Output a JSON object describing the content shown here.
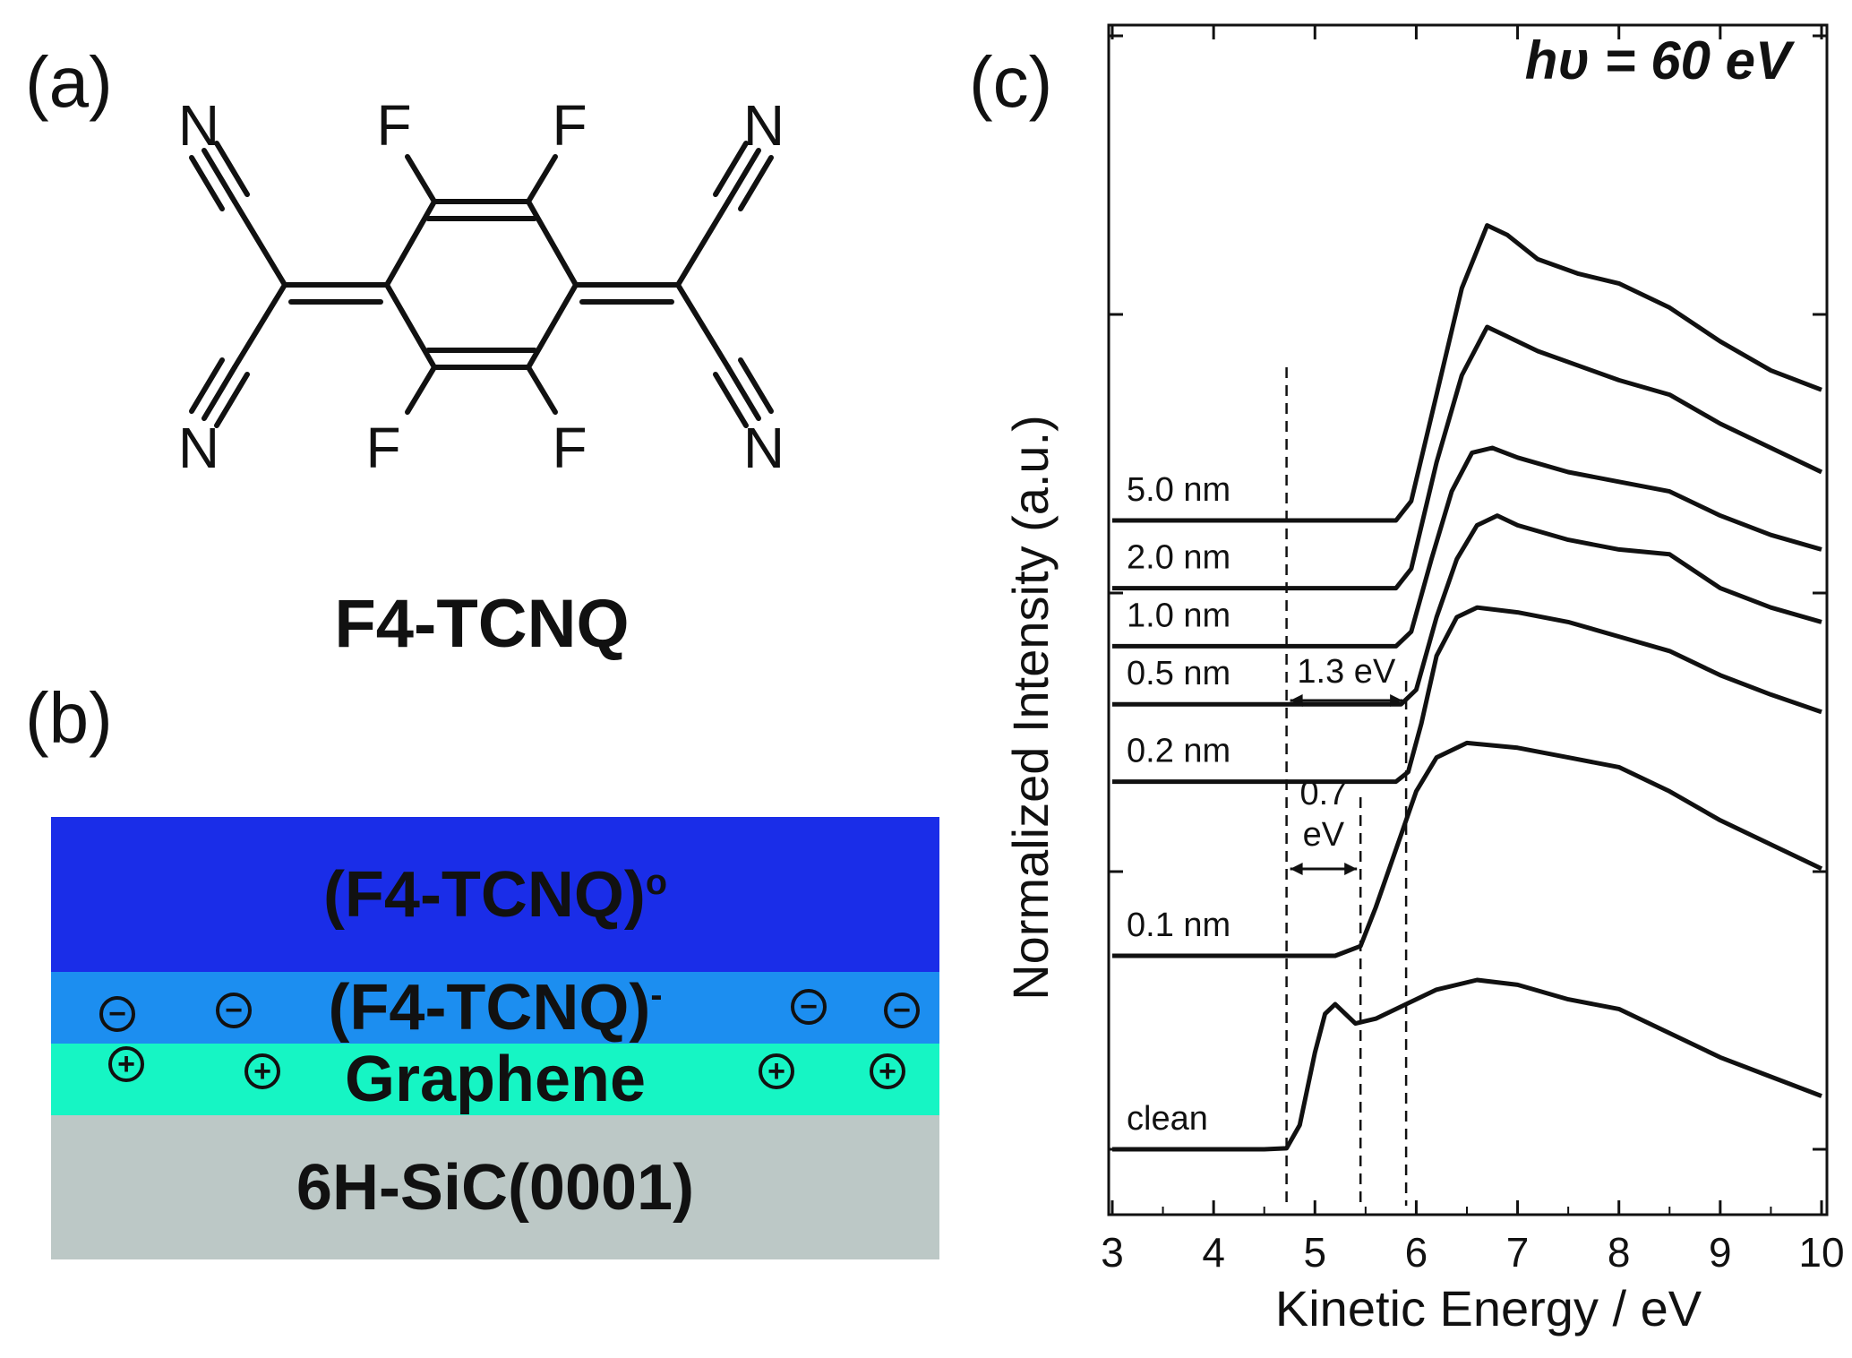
{
  "panels": {
    "a": "(a)",
    "b": "(b)",
    "c": "(c)"
  },
  "molecule": {
    "name": "F4-TCNQ",
    "atoms": {
      "n": "N",
      "f": "F"
    }
  },
  "layers": [
    {
      "key": "neutral",
      "label": "(F4-TCNQ)",
      "superscript": "o",
      "color": "#1a2de8"
    },
    {
      "key": "anion",
      "label": "(F4-TCNQ)",
      "superscript": "-",
      "color": "#1c8ef0"
    },
    {
      "key": "graphene",
      "label": "Graphene",
      "superscript": "",
      "color": "#16f5c4"
    },
    {
      "key": "substrate",
      "label": "6H-SiC(0001)",
      "superscript": "",
      "color": "#bcc8c6"
    }
  ],
  "charges": {
    "negative": "⊖",
    "positive": "⊕"
  },
  "chart_data": {
    "type": "line",
    "title": "hυ = 60 eV",
    "xlabel": "Kinetic Energy / eV",
    "ylabel": "Normalized Intensity (a.u.)",
    "xlim": [
      3,
      10
    ],
    "xticks": [
      3,
      4,
      5,
      6,
      7,
      8,
      9,
      10
    ],
    "series": [
      {
        "name": "clean",
        "offset": 0.0,
        "points": [
          [
            3,
            0
          ],
          [
            4.5,
            0
          ],
          [
            4.72,
            0.01
          ],
          [
            4.85,
            0.25
          ],
          [
            5.0,
            1.0
          ],
          [
            5.1,
            1.4
          ],
          [
            5.2,
            1.5
          ],
          [
            5.3,
            1.4
          ],
          [
            5.4,
            1.3
          ],
          [
            5.6,
            1.35
          ],
          [
            5.9,
            1.5
          ],
          [
            6.2,
            1.65
          ],
          [
            6.6,
            1.75
          ],
          [
            7.0,
            1.7
          ],
          [
            7.5,
            1.55
          ],
          [
            8.0,
            1.45
          ],
          [
            8.5,
            1.2
          ],
          [
            9.0,
            0.95
          ],
          [
            9.5,
            0.75
          ],
          [
            10,
            0.55
          ]
        ]
      },
      {
        "name": "0.1 nm",
        "offset": 2.0,
        "points": [
          [
            3,
            0
          ],
          [
            5.2,
            0
          ],
          [
            5.45,
            0.1
          ],
          [
            5.6,
            0.5
          ],
          [
            5.8,
            1.1
          ],
          [
            6.0,
            1.7
          ],
          [
            6.2,
            2.05
          ],
          [
            6.5,
            2.2
          ],
          [
            7.0,
            2.15
          ],
          [
            7.5,
            2.05
          ],
          [
            8.0,
            1.95
          ],
          [
            8.5,
            1.7
          ],
          [
            9.0,
            1.4
          ],
          [
            9.5,
            1.15
          ],
          [
            10,
            0.9
          ]
        ]
      },
      {
        "name": "0.2 nm",
        "offset": 3.8,
        "points": [
          [
            3,
            0
          ],
          [
            5.8,
            0
          ],
          [
            5.92,
            0.1
          ],
          [
            6.05,
            0.6
          ],
          [
            6.2,
            1.3
          ],
          [
            6.4,
            1.7
          ],
          [
            6.6,
            1.8
          ],
          [
            7.0,
            1.75
          ],
          [
            7.5,
            1.65
          ],
          [
            8.0,
            1.5
          ],
          [
            8.5,
            1.35
          ],
          [
            9.0,
            1.1
          ],
          [
            9.5,
            0.9
          ],
          [
            10,
            0.72
          ]
        ]
      },
      {
        "name": "0.5 nm",
        "offset": 4.6,
        "points": [
          [
            3,
            0
          ],
          [
            5.85,
            0
          ],
          [
            6.0,
            0.15
          ],
          [
            6.2,
            0.9
          ],
          [
            6.4,
            1.5
          ],
          [
            6.6,
            1.85
          ],
          [
            6.8,
            1.95
          ],
          [
            7.0,
            1.85
          ],
          [
            7.5,
            1.7
          ],
          [
            8.0,
            1.6
          ],
          [
            8.5,
            1.55
          ],
          [
            9.0,
            1.2
          ],
          [
            9.5,
            1.0
          ],
          [
            10,
            0.85
          ]
        ]
      },
      {
        "name": "1.0 nm",
        "offset": 5.2,
        "points": [
          [
            3,
            0
          ],
          [
            5.8,
            0
          ],
          [
            5.95,
            0.15
          ],
          [
            6.15,
            0.9
          ],
          [
            6.35,
            1.6
          ],
          [
            6.55,
            2.0
          ],
          [
            6.75,
            2.05
          ],
          [
            7.0,
            1.95
          ],
          [
            7.5,
            1.8
          ],
          [
            8.0,
            1.7
          ],
          [
            8.5,
            1.6
          ],
          [
            9.0,
            1.35
          ],
          [
            9.5,
            1.15
          ],
          [
            10,
            1.0
          ]
        ]
      },
      {
        "name": "2.0 nm",
        "offset": 5.8,
        "points": [
          [
            3,
            0
          ],
          [
            5.8,
            0
          ],
          [
            5.95,
            0.2
          ],
          [
            6.2,
            1.3
          ],
          [
            6.45,
            2.2
          ],
          [
            6.7,
            2.7
          ],
          [
            6.9,
            2.6
          ],
          [
            7.2,
            2.45
          ],
          [
            7.6,
            2.3
          ],
          [
            8.0,
            2.15
          ],
          [
            8.5,
            2.0
          ],
          [
            9.0,
            1.7
          ],
          [
            9.5,
            1.45
          ],
          [
            10,
            1.2
          ]
        ]
      },
      {
        "name": "5.0 nm",
        "offset": 6.5,
        "points": [
          [
            3,
            0
          ],
          [
            5.8,
            0
          ],
          [
            5.95,
            0.2
          ],
          [
            6.2,
            1.3
          ],
          [
            6.45,
            2.4
          ],
          [
            6.7,
            3.05
          ],
          [
            6.9,
            2.95
          ],
          [
            7.2,
            2.7
          ],
          [
            7.6,
            2.55
          ],
          [
            8.0,
            2.45
          ],
          [
            8.5,
            2.2
          ],
          [
            9.0,
            1.85
          ],
          [
            9.5,
            1.55
          ],
          [
            10,
            1.35
          ]
        ]
      }
    ],
    "guides": [
      4.72,
      5.45,
      5.9
    ],
    "annotations": [
      {
        "text": "1.3 eV",
        "from": 4.72,
        "to": 5.9
      },
      {
        "text": "0.7",
        "line2": "eV",
        "from": 4.72,
        "to": 5.45
      }
    ]
  }
}
